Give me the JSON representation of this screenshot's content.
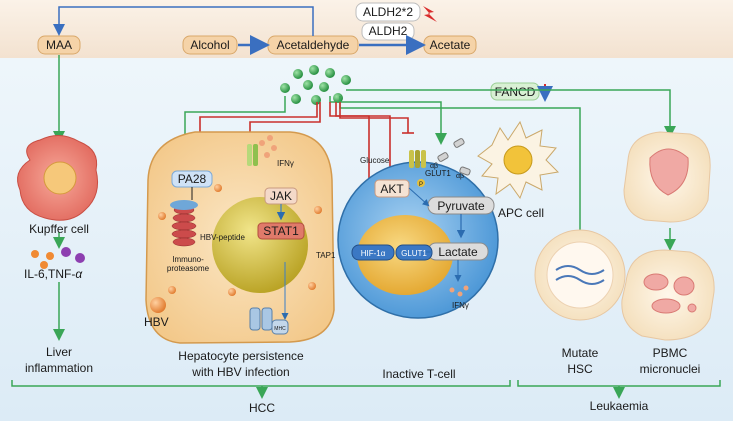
{
  "top_bar": {
    "maa": "MAA",
    "alcohol": "Alcohol",
    "acetaldehyde": "Acetaldehyde",
    "acetate": "Acetate",
    "aldh2_2": "ALDH2*2",
    "aldh2": "ALDH2"
  },
  "fancd": "FANCD",
  "kupffer": {
    "cell": "Kupffer cell",
    "cytokines": "IL-6,TNF-",
    "alpha": "α",
    "outcome_line1": "Liver",
    "outcome_line2": "inflammation"
  },
  "hepatocyte": {
    "pa28": "PA28",
    "jak": "JAK",
    "stat1": "STAT1",
    "tap1": "TAP1",
    "ifn": "IFNγ",
    "peptide": "HBV-peptide",
    "immuno1": "Immuno-",
    "immuno2": "proteasome",
    "mhc": "MHC",
    "hbv": "HBV",
    "caption1": "Hepatocyte persistence",
    "caption2": "with HBV infection"
  },
  "tcell": {
    "glucose": "Glucose",
    "glut1_top": "GLUT1",
    "p": "P",
    "akt": "AKT",
    "pyruvate": "Pyruvate",
    "lactate": "Lactate",
    "hif": "HIF-1α",
    "glut1": "GLUT1",
    "ab1": "αβ",
    "ab2": "αβ",
    "ifn": "IFNγ",
    "caption": "Inactive T-cell",
    "apc": "APC cell"
  },
  "hsc": {
    "line1": "Mutate",
    "line2": "HSC"
  },
  "pbmc": {
    "line1": "PBMC",
    "line2": "micronuclei"
  },
  "groups": {
    "hcc": "HCC",
    "leukaemia": "Leukaemia"
  },
  "colors": {
    "top_band": "#f6ebe0",
    "bottom_band": "#e8f2f9",
    "green_arrow": "#3aa657",
    "red_inhibit": "#c9302c",
    "blue_arrow": "#3a6fc0",
    "pill": "#f5d3a8",
    "pill_blue": "#cfe2f6"
  }
}
